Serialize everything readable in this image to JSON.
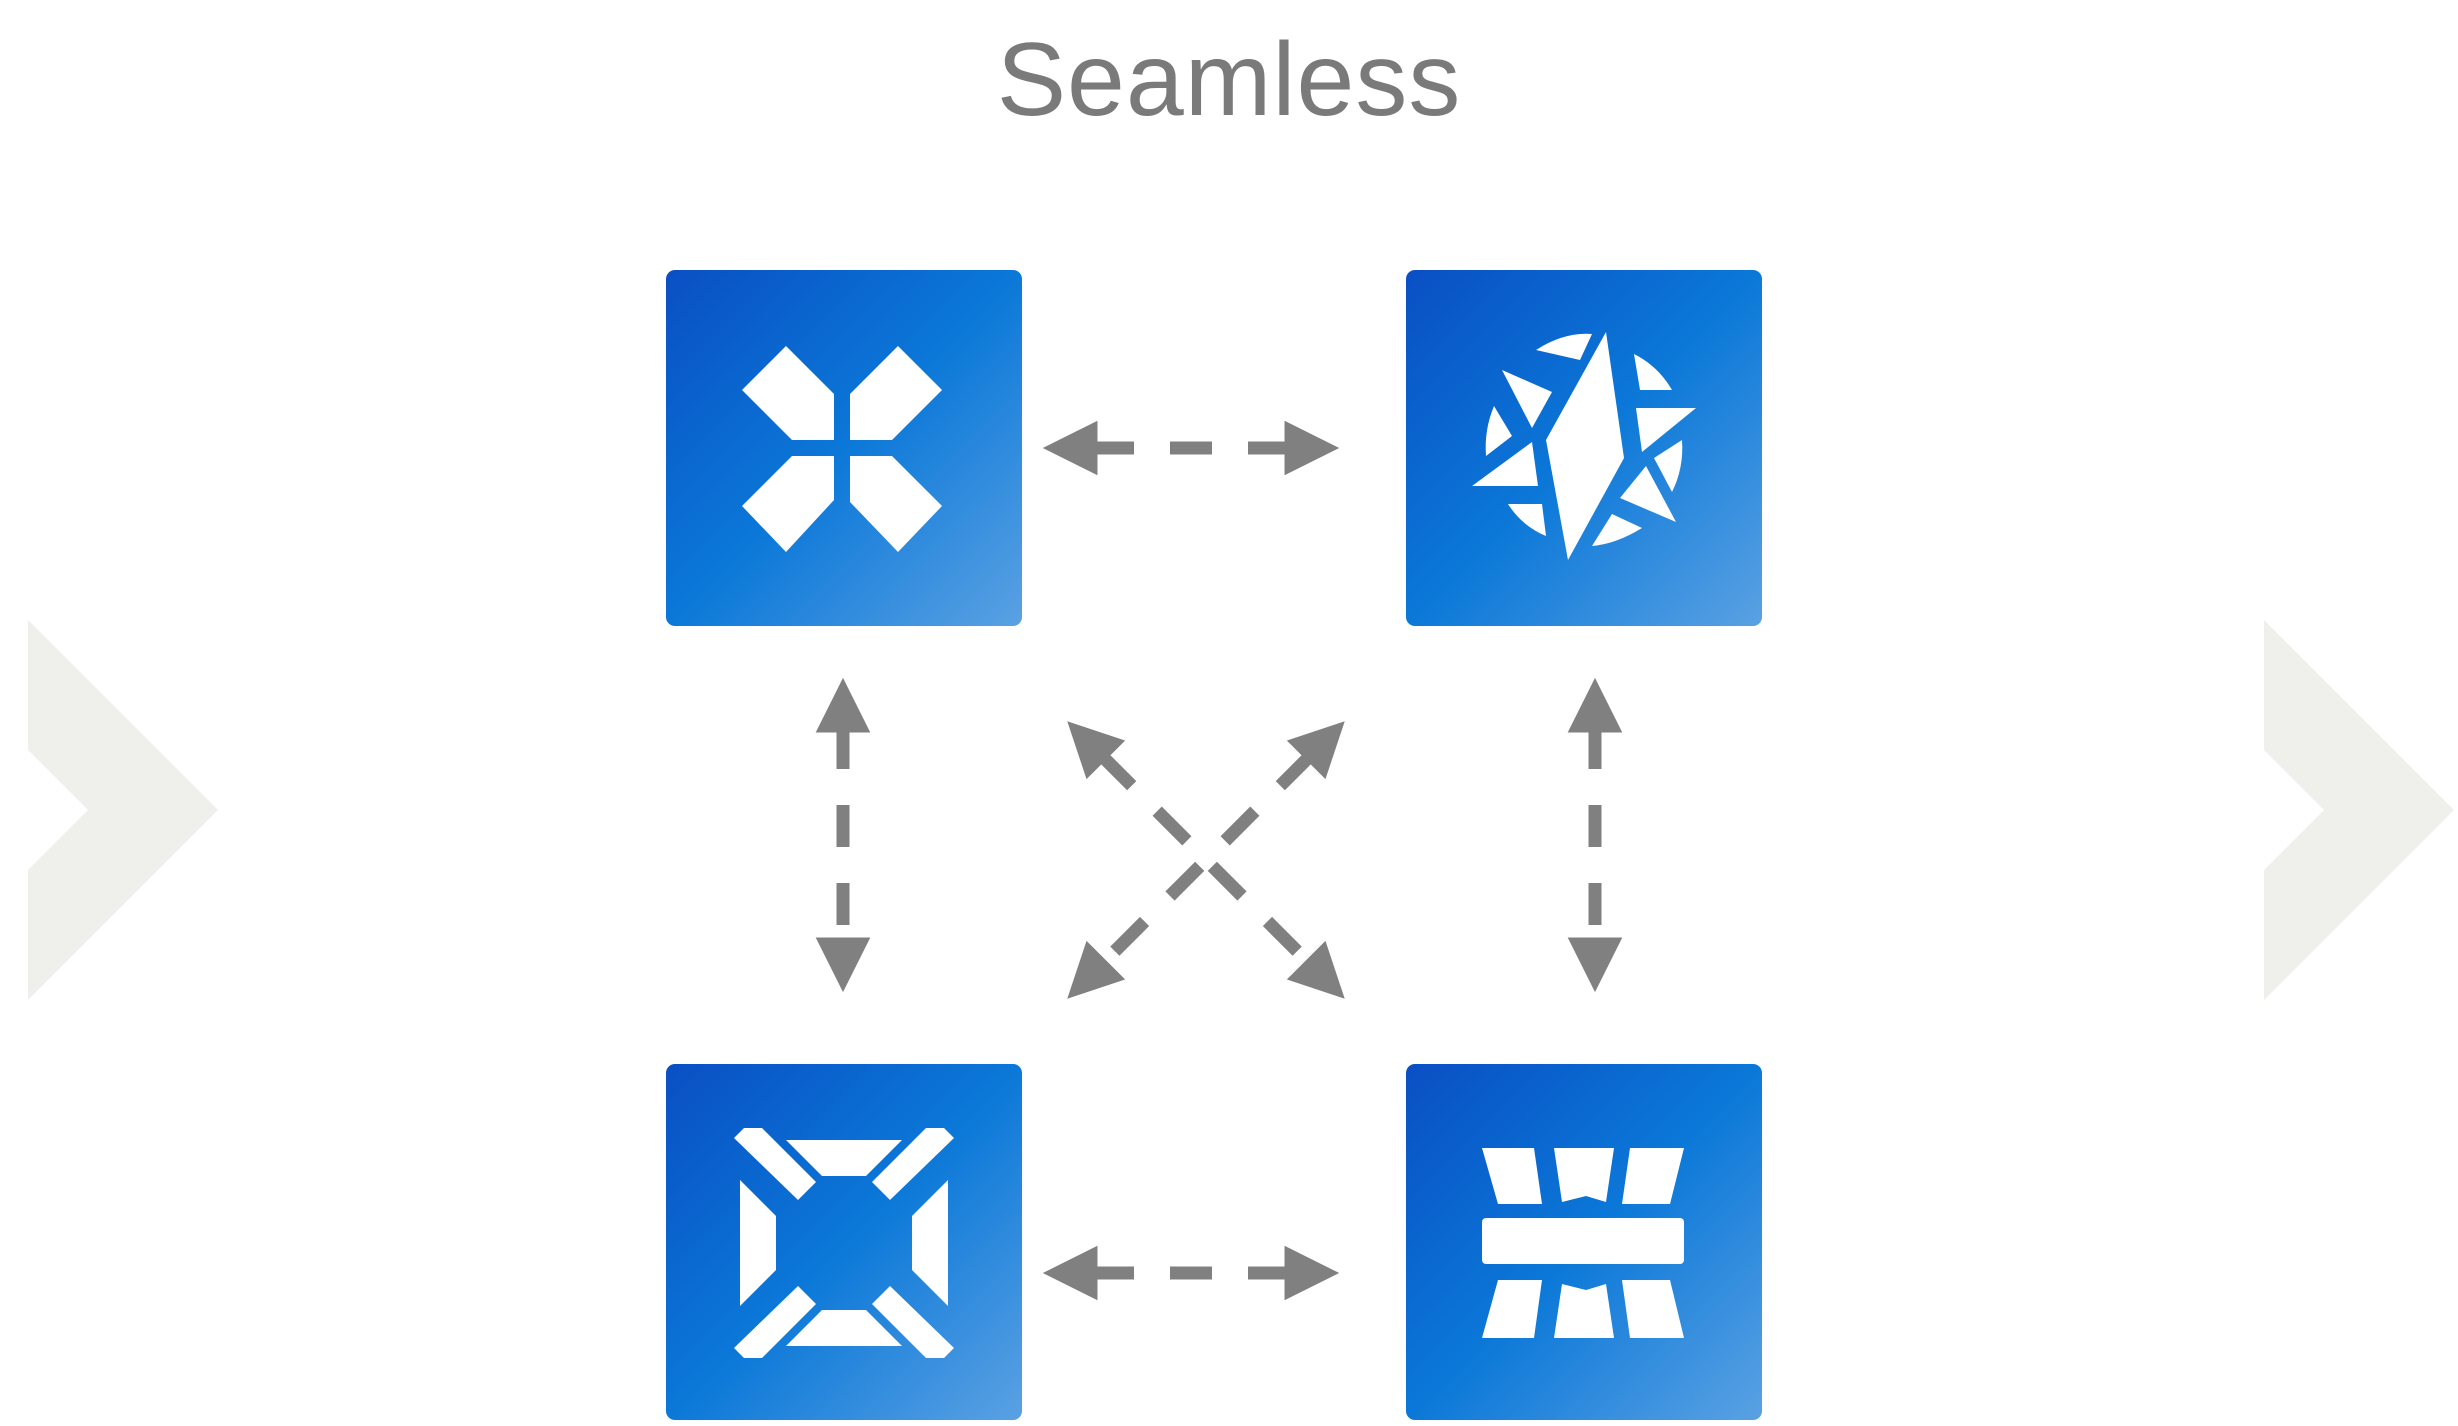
{
  "title": "Seamless",
  "colors": {
    "title_text": "#7a7a7a",
    "tile_gradient_start": "#0a4fc4",
    "tile_gradient_mid": "#0b78d8",
    "tile_gradient_end": "#5aa1e3",
    "arrow": "#808080",
    "chevron": "#efefec",
    "icon_fill": "#ffffff"
  },
  "nodes": [
    {
      "id": "top-left",
      "icon": "four-diamond-petals-icon"
    },
    {
      "id": "top-right",
      "icon": "aperture-starburst-icon"
    },
    {
      "id": "bottom-left",
      "icon": "x-frame-circle-icon"
    },
    {
      "id": "bottom-right",
      "icon": "grid-bar-icon"
    }
  ],
  "connections": [
    {
      "from": "top-left",
      "to": "top-right",
      "style": "dashed",
      "direction": "both"
    },
    {
      "from": "bottom-left",
      "to": "bottom-right",
      "style": "dashed",
      "direction": "both"
    },
    {
      "from": "top-left",
      "to": "bottom-left",
      "style": "dashed",
      "direction": "both"
    },
    {
      "from": "top-right",
      "to": "bottom-right",
      "style": "dashed",
      "direction": "both"
    },
    {
      "from": "top-left",
      "to": "bottom-right",
      "style": "dashed",
      "direction": "both"
    },
    {
      "from": "top-right",
      "to": "bottom-left",
      "style": "dashed",
      "direction": "both"
    }
  ],
  "decorations": [
    {
      "id": "left-chevron",
      "icon": "chevron-right-icon"
    },
    {
      "id": "right-chevron",
      "icon": "chevron-right-icon"
    }
  ]
}
